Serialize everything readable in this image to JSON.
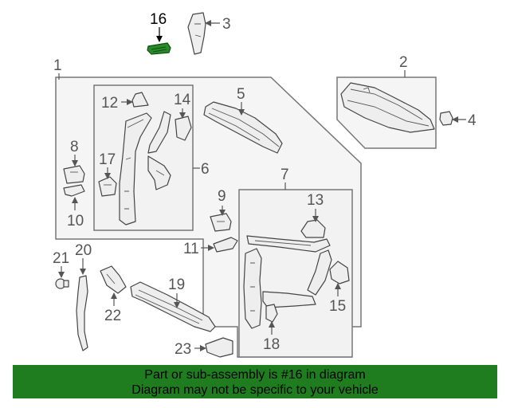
{
  "diagram": {
    "highlight_part": "16",
    "colors": {
      "highlight": "#2a8a2a",
      "banner": "#1f7d1f"
    },
    "callouts": {
      "p1": "1",
      "p2": "2",
      "p3": "3",
      "p4": "4",
      "p5": "5",
      "p6": "6",
      "p7": "7",
      "p8": "8",
      "p9": "9",
      "p10": "10",
      "p11": "11",
      "p12": "12",
      "p13": "13",
      "p14": "14",
      "p15": "15",
      "p16": "16",
      "p17": "17",
      "p18": "18",
      "p19": "19",
      "p20": "20",
      "p21": "21",
      "p22": "22",
      "p23": "23"
    }
  },
  "banner": {
    "line1": "Part or sub-assembly is #16 in diagram",
    "line2": "Diagram may not be specific to your vehicle"
  }
}
